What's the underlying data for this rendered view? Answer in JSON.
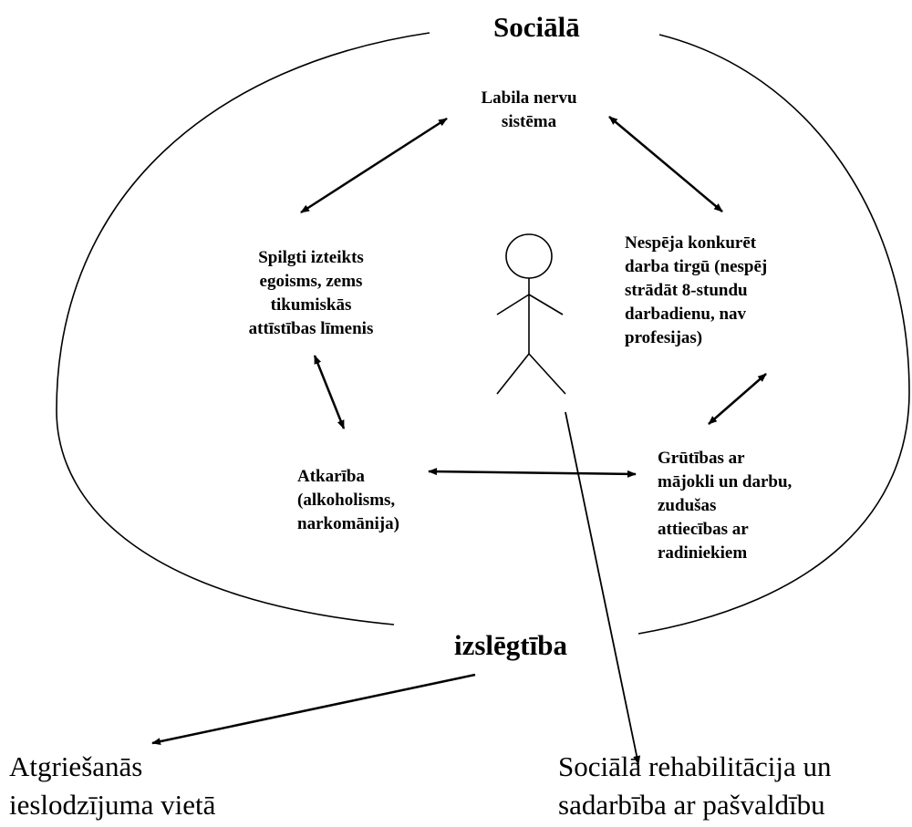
{
  "title_top": "Sociālā",
  "title_bottom": "izslēgtība",
  "nodes": {
    "nervous_system": [
      "Labila nervu",
      "sistēma"
    ],
    "egoism": [
      "Spilgti izteikts",
      "egoisms,  zems",
      "tikumiskās",
      "attīstības līmenis"
    ],
    "labour_market": [
      "Nespēja konkurēt",
      "darba tirgū (nespēj",
      "strādāt 8-stundu",
      "darbadienu, nav",
      "profesijas)"
    ],
    "addiction": [
      "Atkarība",
      "(alkoholisms,",
      "narkomānija)"
    ],
    "housing": [
      "Grūtības ar",
      "mājokli un darbu,",
      "zudušas",
      "attiecības ar",
      "radiniekiem"
    ]
  },
  "outcomes": {
    "return_prison": [
      "Atgriešanās",
      "ieslodzījuma vietā"
    ],
    "rehabilitation": [
      "Sociālā rehabilitācija un",
      "sadarbība ar pašvaldību"
    ]
  },
  "colors": {
    "stroke": "#000000",
    "background": "#ffffff"
  }
}
